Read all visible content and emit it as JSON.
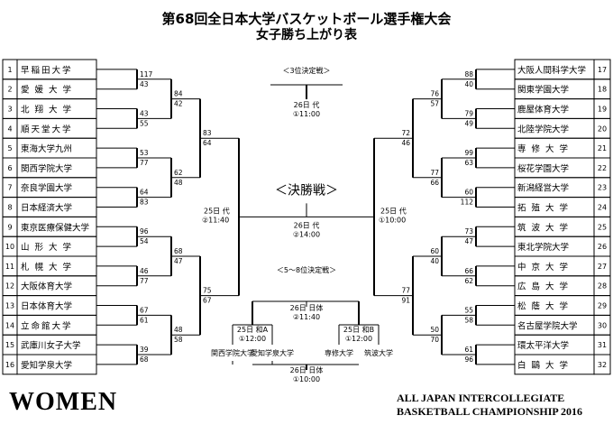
{
  "title": "第68回全日本大学バスケットボール選手権大会",
  "subtitle": "女子勝ち上がり表",
  "footer": {
    "left": "WOMEN",
    "right_line1": "ALL JAPAN INTERCOLLEGIATE",
    "right_line2": "BASKETBALL CHAMPIONSHIP 2016"
  },
  "left_teams": [
    {
      "seed": "1",
      "name": "早稲田大学"
    },
    {
      "seed": "2",
      "name": "愛媛大学"
    },
    {
      "seed": "3",
      "name": "北翔大学"
    },
    {
      "seed": "4",
      "name": "順天堂大学"
    },
    {
      "seed": "5",
      "name": "東海大学九州"
    },
    {
      "seed": "6",
      "name": "関西学院大学"
    },
    {
      "seed": "7",
      "name": "奈良学園大学"
    },
    {
      "seed": "8",
      "name": "日本経済大学"
    },
    {
      "seed": "9",
      "name": "東京医療保健大学"
    },
    {
      "seed": "10",
      "name": "山形大学"
    },
    {
      "seed": "11",
      "name": "札幌大学"
    },
    {
      "seed": "12",
      "name": "大阪体育大学"
    },
    {
      "seed": "13",
      "name": "日本体育大学"
    },
    {
      "seed": "14",
      "name": "立命館大学"
    },
    {
      "seed": "15",
      "name": "武庫川女子大学"
    },
    {
      "seed": "16",
      "name": "愛知学泉大学"
    }
  ],
  "right_teams": [
    {
      "seed": "17",
      "name": "大阪人間科学大学"
    },
    {
      "seed": "18",
      "name": "関東学園大学"
    },
    {
      "seed": "19",
      "name": "鹿屋体育大学"
    },
    {
      "seed": "20",
      "name": "北陸学院大学"
    },
    {
      "seed": "21",
      "name": "専修大学"
    },
    {
      "seed": "22",
      "name": "桜花学園大学"
    },
    {
      "seed": "23",
      "name": "新潟経営大学"
    },
    {
      "seed": "24",
      "name": "拓殖大学"
    },
    {
      "seed": "25",
      "name": "筑波大学"
    },
    {
      "seed": "26",
      "name": "東北学院大学"
    },
    {
      "seed": "27",
      "name": "中京大学"
    },
    {
      "seed": "28",
      "name": "広島大学"
    },
    {
      "seed": "29",
      "name": "松蔭大学"
    },
    {
      "seed": "30",
      "name": "名古屋学院大学"
    },
    {
      "seed": "31",
      "name": "環太平洋大学"
    },
    {
      "seed": "32",
      "name": "白鷗大学"
    }
  ],
  "left_r1_scores": [
    [
      "117",
      "43"
    ],
    [
      "43",
      "55"
    ],
    [
      "53",
      "77"
    ],
    [
      "64",
      "83"
    ],
    [
      "96",
      "54"
    ],
    [
      "46",
      "77"
    ],
    [
      "67",
      "61"
    ],
    [
      "39",
      "68"
    ]
  ],
  "left_r2_scores": [
    [
      "84",
      "42"
    ],
    [
      "62",
      "48"
    ],
    [
      "68",
      "47"
    ],
    [
      "48",
      "58"
    ]
  ],
  "left_r3_scores": [
    [
      "83",
      "64"
    ],
    [
      "75",
      "67"
    ]
  ],
  "right_r1_scores": [
    [
      "88",
      "40"
    ],
    [
      "79",
      "49"
    ],
    [
      "99",
      "63"
    ],
    [
      "60",
      "112"
    ],
    [
      "73",
      "47"
    ],
    [
      "66",
      "62"
    ],
    [
      "55",
      "58"
    ],
    [
      "61",
      "96"
    ]
  ],
  "right_r2_scores": [
    [
      "76",
      "57"
    ],
    [
      "77",
      "66"
    ],
    [
      "60",
      "40"
    ],
    [
      "50",
      "70"
    ]
  ],
  "right_r3_scores": [
    [
      "72",
      "46"
    ],
    [
      "77",
      "91"
    ]
  ],
  "center": {
    "third_place_label": "＜3位決定戦＞",
    "third_place_time_day": "26日 代",
    "third_place_time": "①11:00",
    "final_label": "＜決勝戦＞",
    "final_day": "26日 代",
    "final_time": "②14:00",
    "left_semi_day": "25日 代",
    "left_semi_time": "②11:40",
    "right_semi_day": "25日 代",
    "right_semi_time": "①10:00",
    "placement_label": "＜5～8位決定戦＞",
    "placement_top_day": "26日 日体",
    "placement_top_time": "②11:40",
    "placement_left_day": "25日 和A",
    "placement_left_time": "①12:00",
    "placement_right_day": "25日 和B",
    "placement_right_time": "①12:00",
    "placement_teams": [
      "関西学院大学",
      "愛知学泉大学",
      "専修大学",
      "筑波大学"
    ],
    "placement_bottom_day": "26日 日体",
    "placement_bottom_time": "①10:00"
  }
}
